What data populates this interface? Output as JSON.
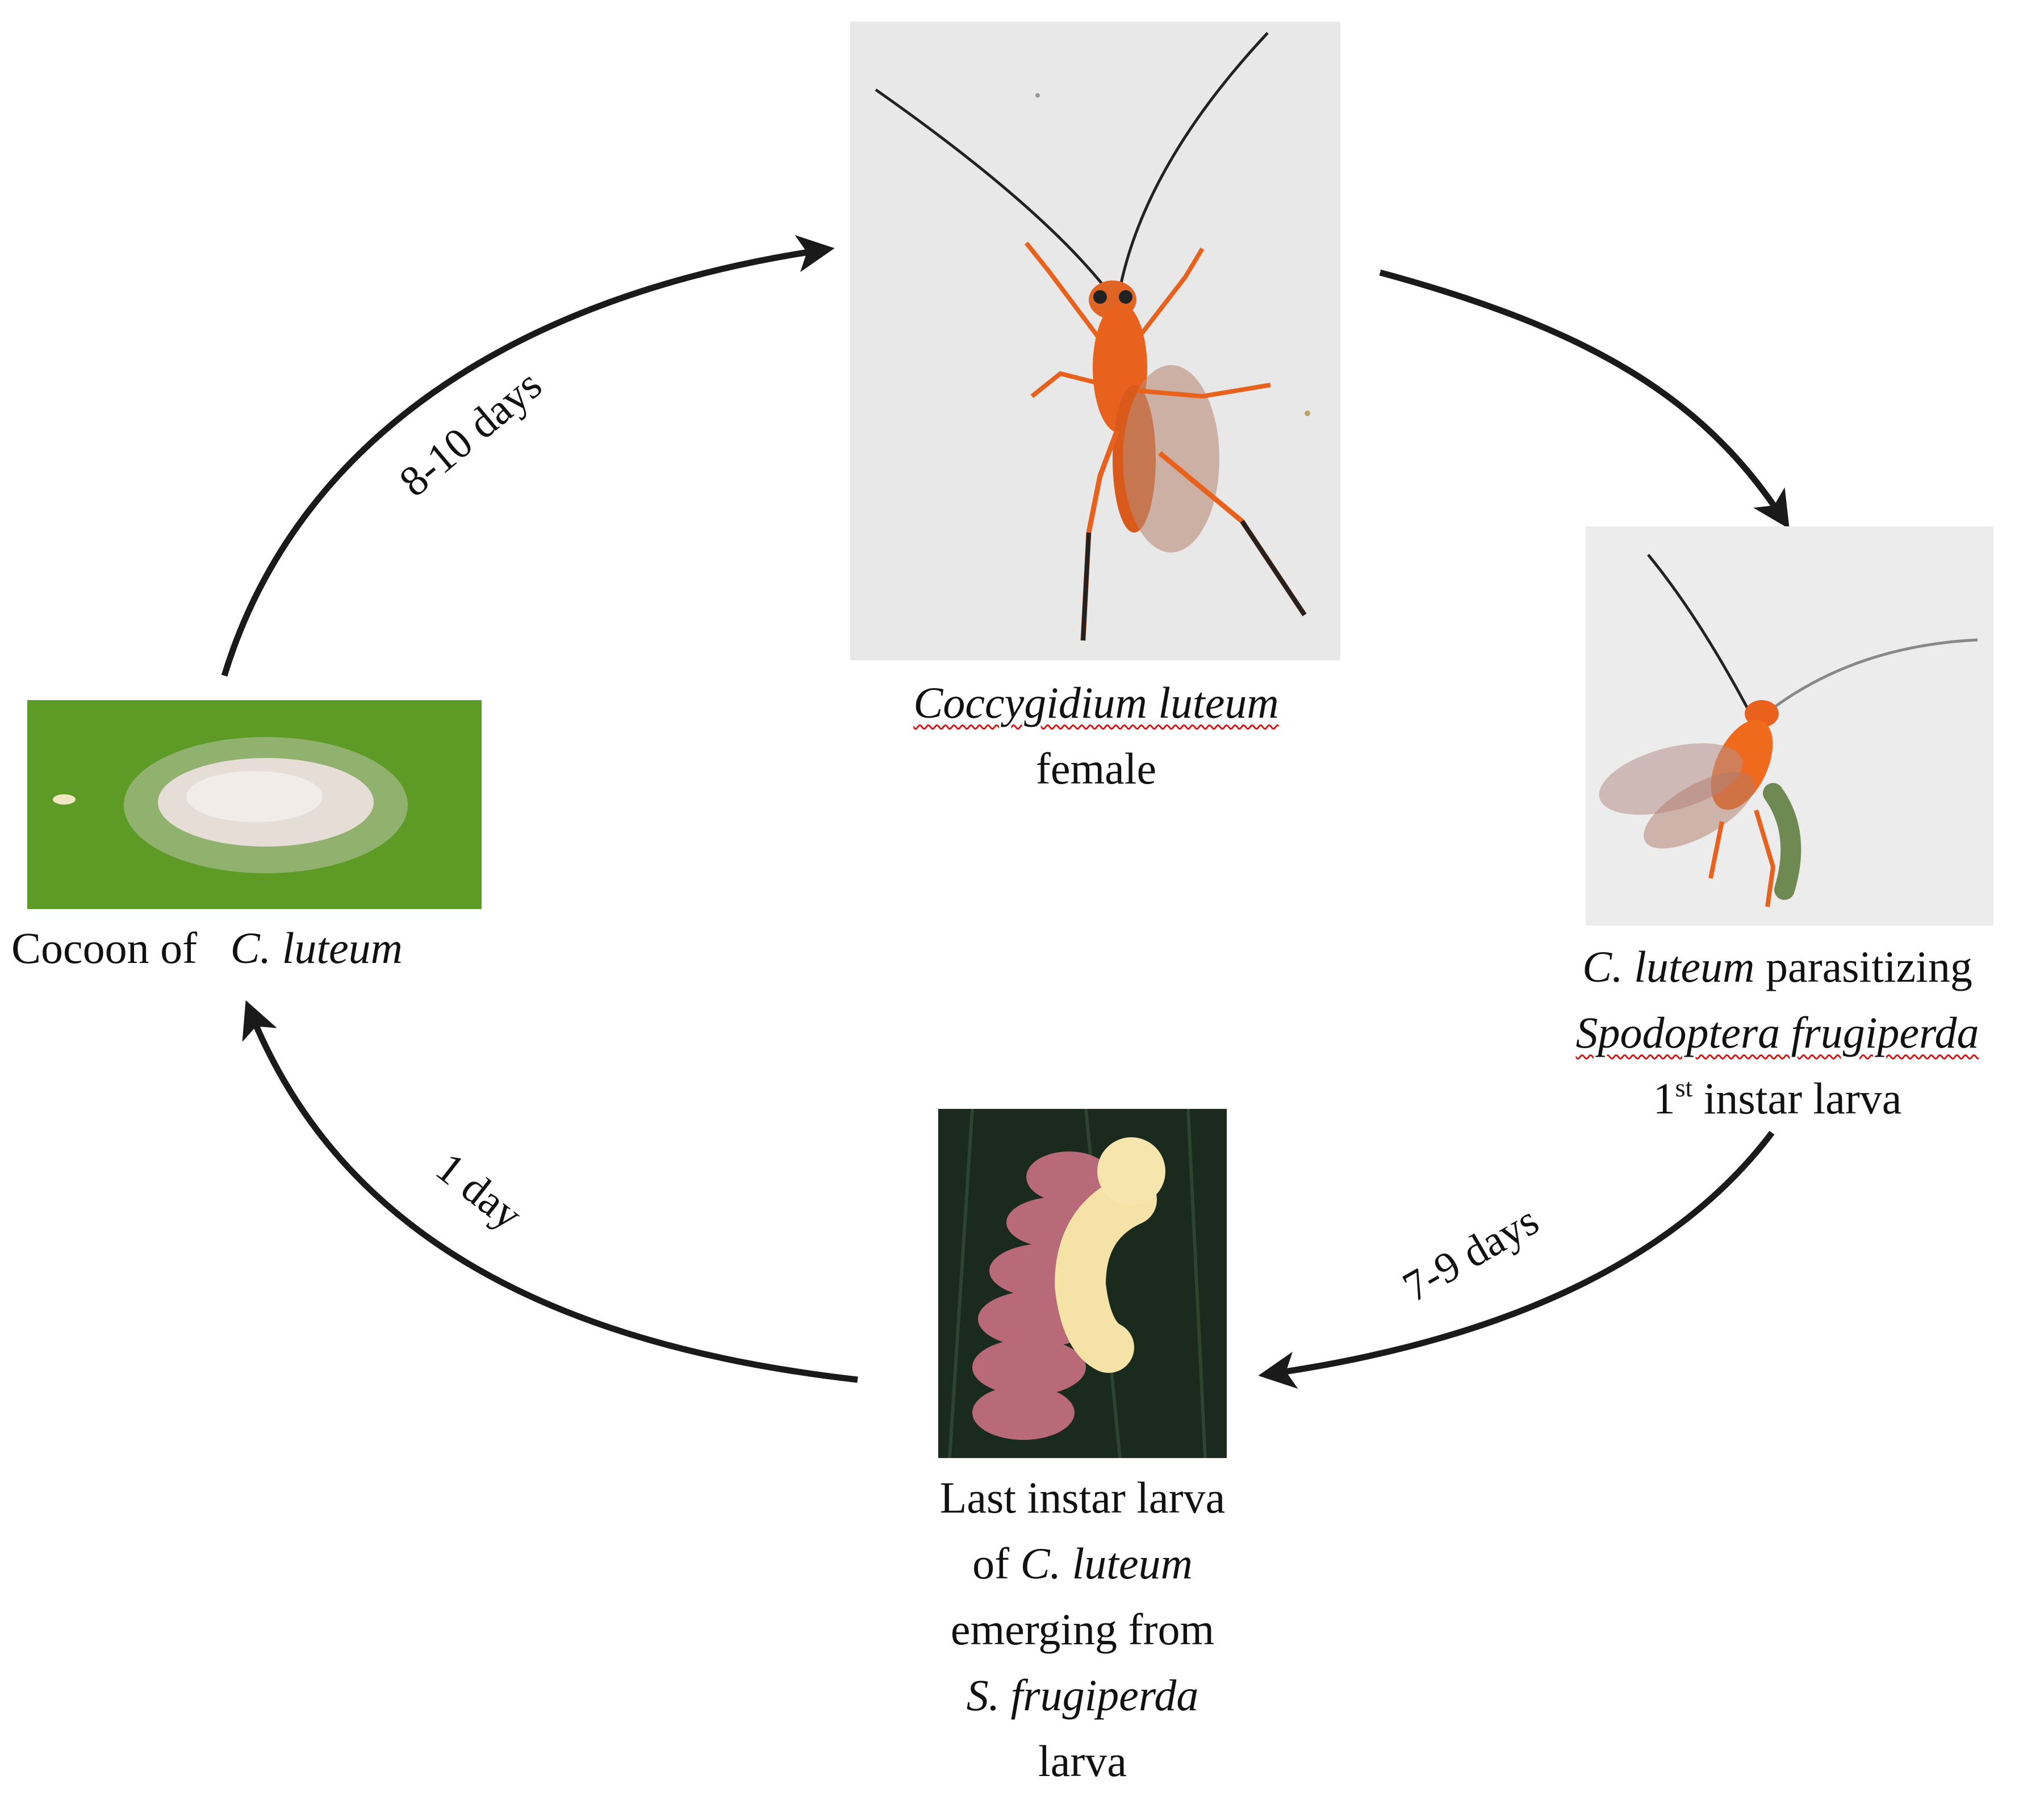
{
  "stages": {
    "adult": {
      "species": "Coccygidium luteum",
      "label": "female"
    },
    "parasitizing": {
      "wasp": "C. luteum",
      "verb": "parasitizing",
      "host": "Spodoptera frugiperda",
      "instar_number": "1",
      "instar_suffix": "st",
      "instar_rest": "instar larva"
    },
    "emerging": {
      "line1": "Last instar larva",
      "line2_prefix": "of",
      "line2_species": "C. luteum",
      "line3": "emerging from",
      "line4_species": "S. frugiperda",
      "line5": "larva"
    },
    "cocoon": {
      "prefix": "Cocoon of",
      "species": "C. luteum"
    }
  },
  "durations": {
    "cocoon_to_adult": "8-10 days",
    "parasitizing_to_emerging": "7-9 days",
    "emerging_to_cocoon": "1 day"
  },
  "colors": {
    "arrow": "#1a1a1a",
    "leaf_green": "#5d9a26",
    "wasp_orange": "#e8621e",
    "misspelling_underline": "#d01818"
  }
}
